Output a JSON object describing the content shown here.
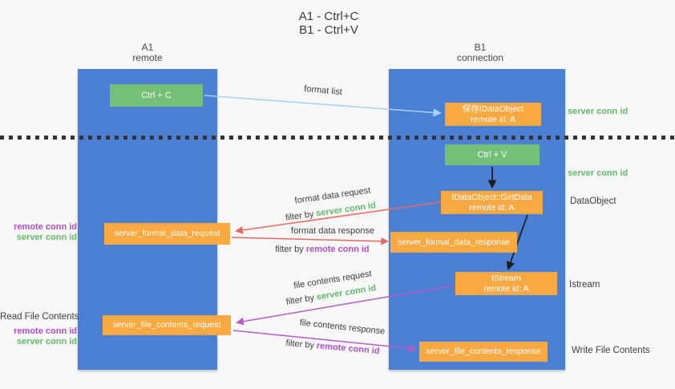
{
  "title": {
    "line1": "A1 - Ctrl+C",
    "line2": "B1 - Ctrl+V"
  },
  "lanes": {
    "left": {
      "name": "A1",
      "role": "remote"
    },
    "right": {
      "name": "B1",
      "role": "connection"
    }
  },
  "nodes": {
    "ctrl_c": {
      "label": "Ctrl + C"
    },
    "ctrl_v": {
      "label": "Ctrl + V"
    },
    "save_idataobject": {
      "line1": "保存IDataObject",
      "line2": "remote id: A"
    },
    "getdata": {
      "line1": "IDataObject::GetData",
      "line2": "remote id: A"
    },
    "istream": {
      "line1": "IStream",
      "line2": "remote id: A"
    },
    "server_format_data_request": {
      "label": "server_format_data_request"
    },
    "server_format_data_response": {
      "label": "server_format_data_response"
    },
    "server_file_contents_request": {
      "label": "server_file_contents_request"
    },
    "server_file_contents_response": {
      "label": "server_file_contents_response"
    }
  },
  "edge_labels": {
    "format_list": "format list",
    "format_data_request": "format data request",
    "format_data_response": "format data response",
    "file_contents_request": "file contents request",
    "file_contents_response": "file contents response",
    "filter_by": "filter by"
  },
  "conn": {
    "server": "server conn id",
    "remote": "remote conn id"
  },
  "side_labels": {
    "dataobject": "DataObject",
    "istream": "Istream",
    "read_file_contents": "Read File Contents",
    "write_file_contents": "Write File Contents"
  },
  "colors": {
    "lane_blue": "#4B80D5",
    "node_orange": "#F9A942",
    "node_green": "#74C077",
    "label_green": "#5FBC66",
    "label_purple": "#AE4FC4",
    "arrow_red": "#E8695F",
    "arrow_purple": "#B75BC4",
    "arrow_lightblue": "#A5D2EF",
    "arrow_black": "#1F1F1F"
  }
}
